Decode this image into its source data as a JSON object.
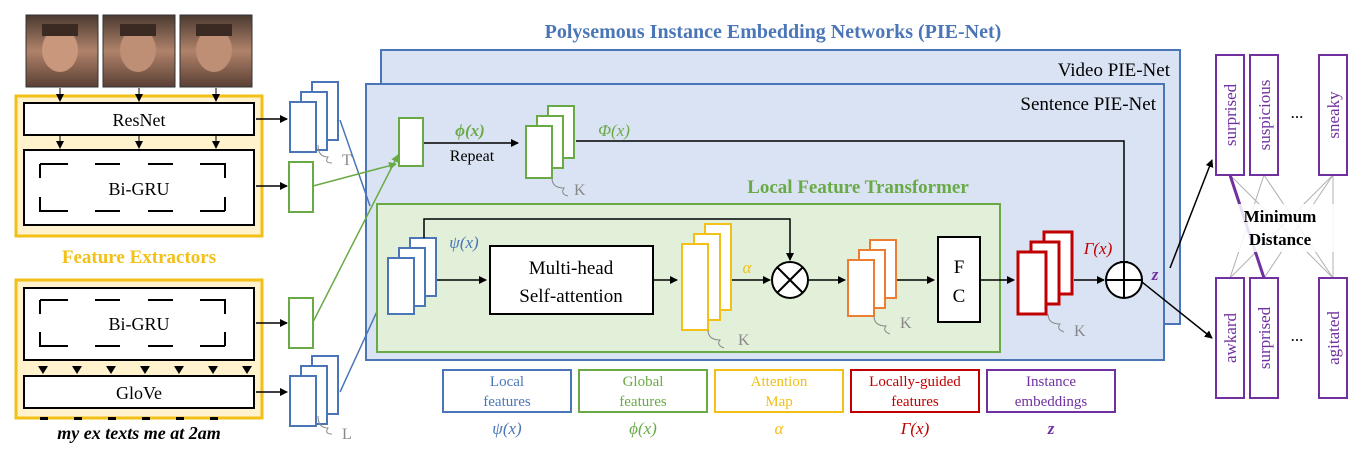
{
  "title": "Polysemous Instance Embedding Networks (PIE-Net)",
  "video_pienet_label": "Video PIE-Net",
  "sentence_pienet_label": "Sentence PIE-Net",
  "local_transformer_label": "Local Feature Transformer",
  "feature_extractors_label": "Feature Extractors",
  "resnet_label": "ResNet",
  "bigru_label": "Bi-GRU",
  "glove_label": "GloVe",
  "sentence_text": "my ex texts me at 2am",
  "t_label": "T",
  "l_label": "L",
  "k_label": "K",
  "phi_label": "ϕ(x)",
  "Phi_label": "Φ(x)",
  "repeat_label": "Repeat",
  "psi_label": "ψ(x)",
  "alpha_label": "α",
  "gamma_label": "Γ(x)",
  "z_label": "z",
  "attention_line1": "Multi-head",
  "attention_line2": "Self-attention",
  "fc_line1": "F",
  "fc_line2": "C",
  "minimum_distance_line1": "Minimum",
  "minimum_distance_line2": "Distance",
  "ellipsis": "...",
  "embeddings_top": [
    "surprised",
    "suspicious",
    "sneaky"
  ],
  "embeddings_bottom": [
    "awkard",
    "surprised",
    "agitated"
  ],
  "legend": [
    {
      "line1": "Local",
      "line2": "features",
      "symbol": "ψ(x)",
      "color": "#4a76b8"
    },
    {
      "line1": "Global",
      "line2": "features",
      "symbol": "ϕ(x)",
      "color": "#6aaa46"
    },
    {
      "line1": "Attention",
      "line2": "Map",
      "symbol": "α",
      "color": "#f2c016"
    },
    {
      "line1": "Locally-guided",
      "line2": "features",
      "symbol": "Γ(x)",
      "color": "#c00000"
    },
    {
      "line1": "Instance",
      "line2": "embeddings",
      "symbol": "z",
      "color": "#7030a0"
    }
  ],
  "colors": {
    "blue": "#4a76b8",
    "green": "#6aaa46",
    "yellow": "#f2c016",
    "orange": "#ed7d31",
    "red": "#c00000",
    "purple": "#7030a0",
    "extractor_fill": "#fff2cc",
    "pienet_fill": "#dae3f3",
    "transformer_fill": "#e2f0d9"
  }
}
